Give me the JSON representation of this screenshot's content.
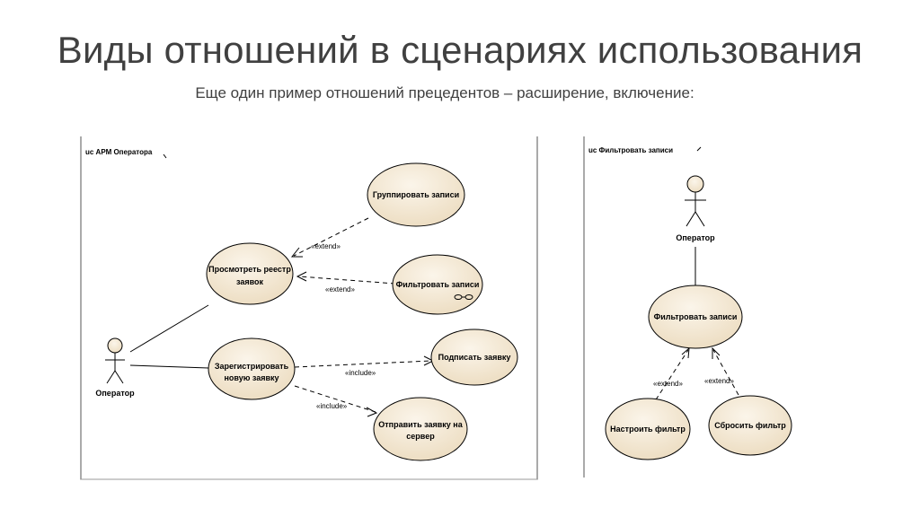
{
  "slide": {
    "title": "Виды отношений в сценариях использования",
    "subtitle": "Еще один пример отношений прецедентов – расширение, включение:"
  },
  "left_diagram": {
    "frame_label": "uc АРМ Оператора",
    "actor": "Оператор",
    "use_cases": {
      "group": "Группировать записи",
      "view_line1": "Просмотреть реестр",
      "view_line2": "заявок",
      "filter": "Фильтровать записи",
      "register_line1": "Зарегистрировать",
      "register_line2": "новую заявку",
      "sign": "Подписать заявку",
      "send_line1": "Отправить заявку на",
      "send_line2": "сервер"
    },
    "relations": {
      "extend1": "«extend»",
      "extend2": "«extend»",
      "include1": "«include»",
      "include2": "«include»"
    }
  },
  "right_diagram": {
    "frame_label": "uc Фильтровать записи",
    "actor": "Оператор",
    "use_cases": {
      "filter": "Фильтровать записи",
      "configure": "Настроить фильтр",
      "reset": "Сбросить фильтр"
    },
    "relations": {
      "extend1": "«extend»",
      "extend2": "«extend»"
    }
  },
  "colors": {
    "usecase_fill": "#f3e9d6",
    "line": "#000000",
    "title": "#404040"
  }
}
